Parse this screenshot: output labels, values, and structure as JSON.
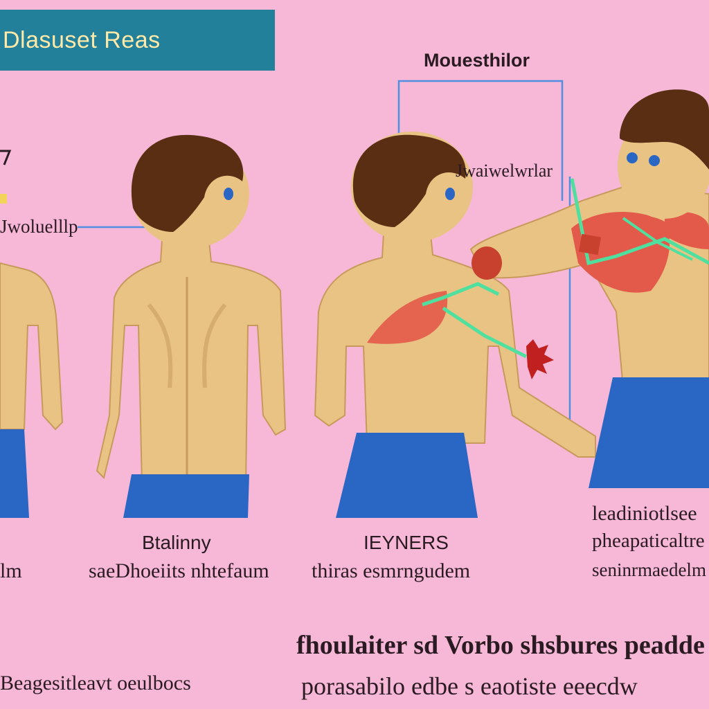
{
  "title": "Dlasuset Reas",
  "labels": {
    "top_right": "Mouesthilor",
    "left_pointer": "Jwoluelllp",
    "middle_pointer": "Jwaiwelwrlar",
    "caption_b_heading": "Btalinny",
    "caption_c_heading": "IEYNERS",
    "caption_a_line": "lm",
    "caption_b_line": "saeDhoeiits nhtefaum",
    "caption_c_line": "thiras esmrngudem",
    "right_block_1": "leadiniotlsee",
    "right_block_2": "pheapaticaltre",
    "right_block_3": "seninrmaedelm",
    "bottom_1": "fhoulaiter sd Vorbo shsbures peadde",
    "bottom_2": "Beagesitleavt oeulbocs",
    "bottom_3": "porasabilo edbe s eaotiste eeecdw"
  },
  "colors": {
    "background": "#f6b8d6",
    "banner": "#22809a",
    "banner_text": "#ffe9a8",
    "skin": "#e8c384",
    "skin_shade": "#c79a5c",
    "hair": "#5a2e12",
    "shorts": "#2a66c4",
    "muscle": "#e35a4a",
    "accent_line": "#4fe0a0",
    "guide_line": "#4f8ee0"
  }
}
